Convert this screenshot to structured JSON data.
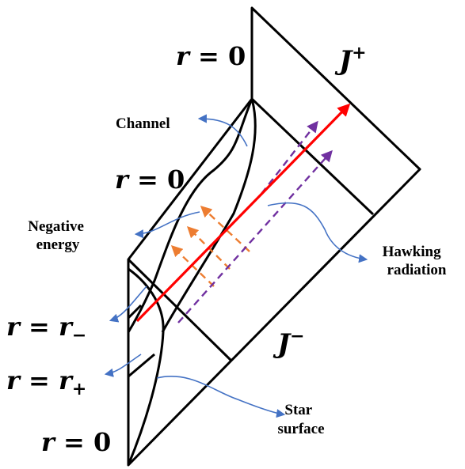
{
  "labels": {
    "r0_top": {
      "var": "r",
      "eq": " = ",
      "val": "0"
    },
    "r0_mid": {
      "var": "r",
      "eq": " = ",
      "val": "0"
    },
    "r0_bottom": {
      "var": "r",
      "eq": " = ",
      "val": "0"
    },
    "r_minus": {
      "var": "r",
      "eq": " = ",
      "sub_var": "r",
      "sub": "−"
    },
    "r_plus": {
      "var": "r",
      "eq": " = ",
      "sub_var": "r",
      "sub": "+"
    },
    "j_plus": {
      "base": "J",
      "sup": "+"
    },
    "j_minus": {
      "base": "J",
      "sup": "−"
    }
  },
  "annotations": {
    "channel": "Channel",
    "negative_energy": [
      "Negative",
      "energy"
    ],
    "hawking_radiation": [
      "Hawking",
      "radiation"
    ],
    "star_surface": [
      "Star",
      "surface"
    ]
  },
  "colors": {
    "frame": "#000000",
    "radiation": "#ff0000",
    "ingoing": "#ed7d31",
    "outgoing": "#7030a0",
    "pointer": "#4472c4"
  }
}
